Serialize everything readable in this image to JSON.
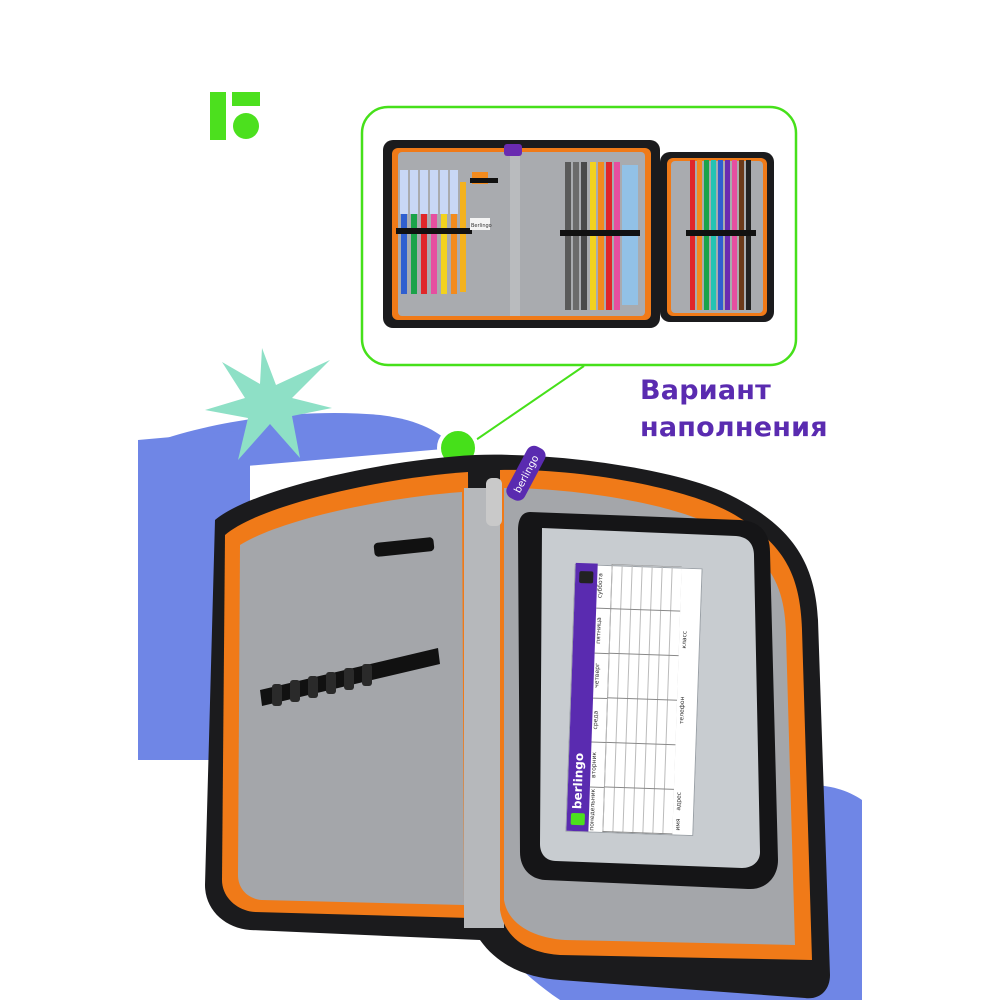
{
  "caption": {
    "line1": "Вариант",
    "line2": "наполнения"
  },
  "zipper_tag": {
    "brand": "berlingo"
  },
  "schedule_card": {
    "brand": "berlingo",
    "days": [
      "понедельник",
      "вторник",
      "среда",
      "четверг",
      "пятница",
      "суббота"
    ],
    "footer_fields": [
      "имя",
      "адрес",
      "телефон",
      "класс"
    ]
  },
  "mini_card_brand": "Berlingo",
  "colors": {
    "brand_green": "#4ce01e",
    "accent_purple": "#5a2bb0",
    "blue_wave": "#6f86e6",
    "mint_star": "#8ee0c6",
    "orange_zipper": "#f07a18",
    "case_black": "#1b1b1d",
    "lining_gray": "#a4a6aa",
    "callout_green": "#46e01a"
  },
  "icons": [
    "brand-logo-icon",
    "star-decoration-icon",
    "callout-dot-icon",
    "robot-icon"
  ]
}
